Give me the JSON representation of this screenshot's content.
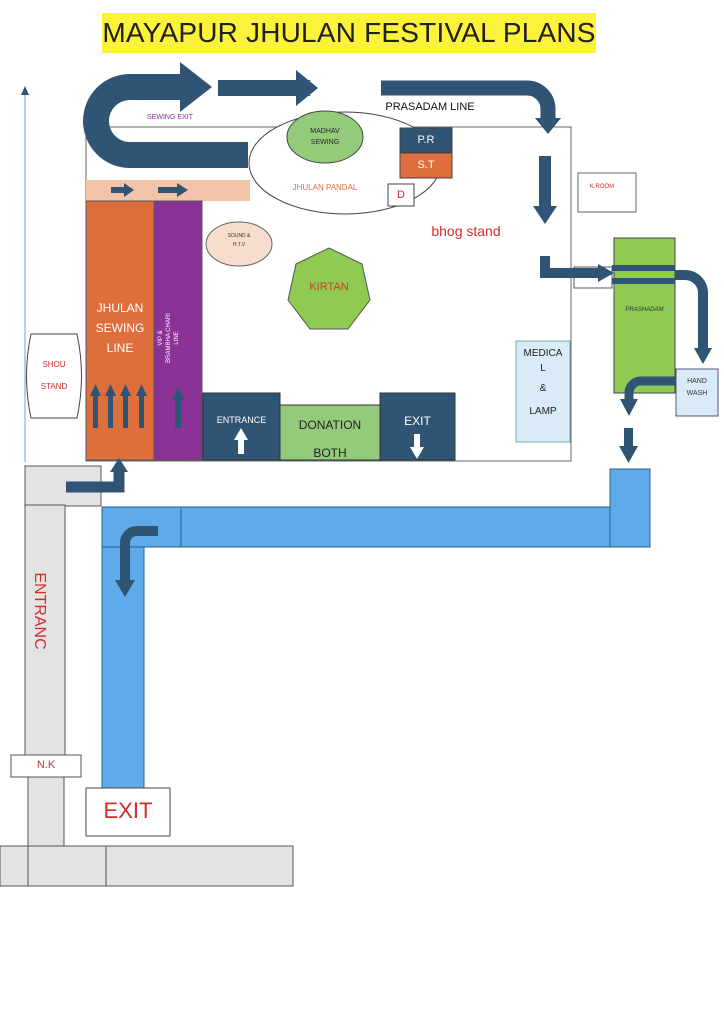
{
  "title": "MAYAPUR JHULAN FESTIVAL PLANS",
  "labels": {
    "sewing_exit": "SEWING EXIT",
    "prasadam_line": "PRASADAM LINE",
    "madhav_sewing": [
      "MADHAV",
      "SEWING"
    ],
    "jhulan_pandal": "JHULAN PANDAL",
    "pr": "P.R",
    "st": "S.T",
    "d": "D",
    "k_room": "K.ROOM",
    "bhog_stand": "bhog stand",
    "sound_htv": [
      "SOUND &",
      "H.T.V"
    ],
    "kirtan": "KIRTAN",
    "jhulan_sewing_line": [
      "JHULAN",
      "SEWING",
      "LINE"
    ],
    "vip_line": [
      "VIP &",
      "BRAMBHA CHARI",
      "LINE"
    ],
    "shou_stand": [
      "SHOU",
      "STAND"
    ],
    "entrance_box": "ENTRANCE",
    "donation_both": [
      "DONATION",
      "BOTH"
    ],
    "exit_box": "EXIT",
    "medical_lamp": [
      "MEDICA",
      "L",
      "&",
      "LAMP"
    ],
    "prashadam": "PRASHADAM",
    "hand_wash": [
      "HAND",
      "WASH"
    ],
    "entrance_path": "ENTRANC",
    "nk": "N.K",
    "exit_main": "EXIT"
  },
  "colors": {
    "navy": "#2f5474",
    "orange": "#de6f3c",
    "purple": "#8a3296",
    "light_green": "#93cb7a",
    "prasadam_green": "#8fcb52",
    "light_blue": "#5eaaea",
    "pale_blue": "#d8ebf7",
    "gray": "#e3e3e3",
    "red_text": "#d22d2d",
    "title_bg": "#fbf239"
  }
}
